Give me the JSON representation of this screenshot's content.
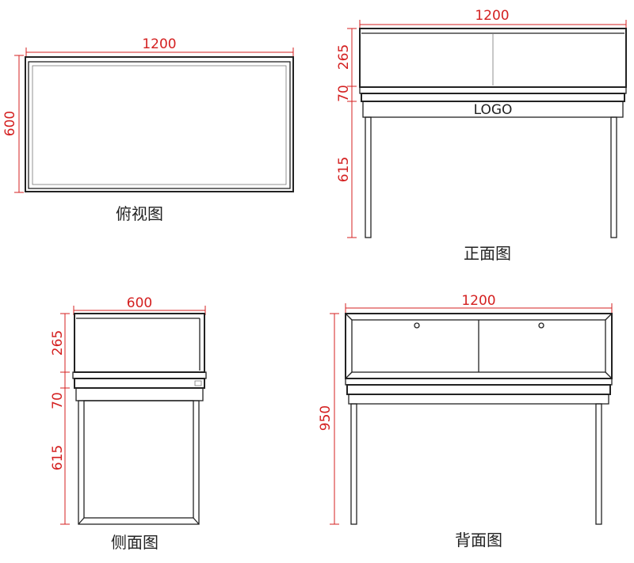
{
  "views": {
    "top": {
      "caption": "俯视图",
      "width_label": "1200",
      "depth_label": "600"
    },
    "front": {
      "caption": "正面图",
      "width_label": "1200",
      "glass_height_label": "265",
      "base_height_label": "70",
      "leg_height_label": "615",
      "logo_text": "LOGO"
    },
    "side": {
      "caption": "侧面图",
      "depth_label": "600",
      "glass_height_label": "265",
      "base_height_label": "70",
      "leg_height_label": "615"
    },
    "back": {
      "caption": "背面图",
      "width_label": "1200",
      "total_height_label": "950"
    }
  },
  "colors": {
    "dimension": "#d42020",
    "outline": "#222222"
  }
}
